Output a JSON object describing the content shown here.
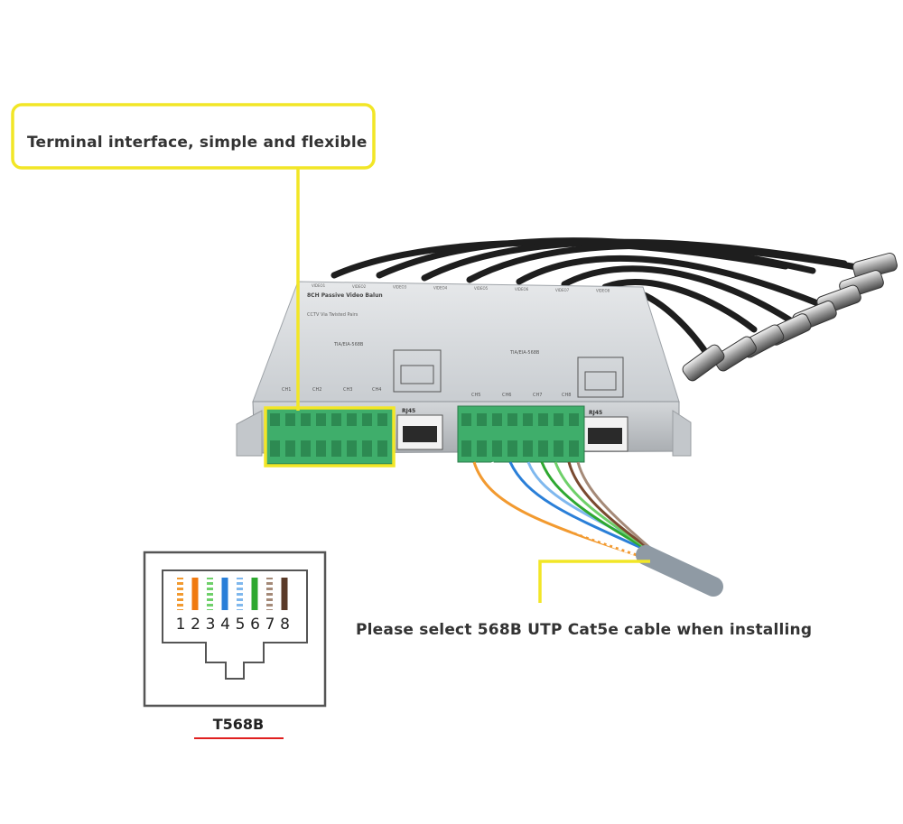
{
  "callouts": {
    "top": "Terminal interface, simple and flexible",
    "bottom": "Please select 568B UTP Cat5e cable when installing"
  },
  "device": {
    "name": "8CH Passive Video Balun",
    "subtitle": "CCTV Via Twisted Pairs",
    "standard_left": "TIA/EIA-568B",
    "standard_right": "TIA/EIA-568B",
    "port_label": "RJ45",
    "video_labels": [
      "VIDEO1",
      "VIDEO2",
      "VIDEO3",
      "VIDEO4",
      "VIDEO5",
      "VIDEO6",
      "VIDEO7",
      "VIDEO8"
    ],
    "channel_labels": [
      "CH1",
      "CH2",
      "CH3",
      "CH4",
      "CH5",
      "CH6",
      "CH7",
      "CH8"
    ]
  },
  "diagram": {
    "title": "T568B",
    "pins": [
      "1",
      "2",
      "3",
      "4",
      "5",
      "6",
      "7",
      "8"
    ],
    "wire_colors": [
      "#f29a30",
      "#f07a10",
      "#6fd06a",
      "#2a7fd8",
      "#7fb8ee",
      "#2ea830",
      "#a58a78",
      "#5a3a28"
    ],
    "striped": [
      true,
      false,
      true,
      false,
      true,
      false,
      true,
      false
    ]
  },
  "colors": {
    "highlight": "#f2e626",
    "terminal_green": "#3fae6b",
    "accent_red": "#e02020"
  }
}
